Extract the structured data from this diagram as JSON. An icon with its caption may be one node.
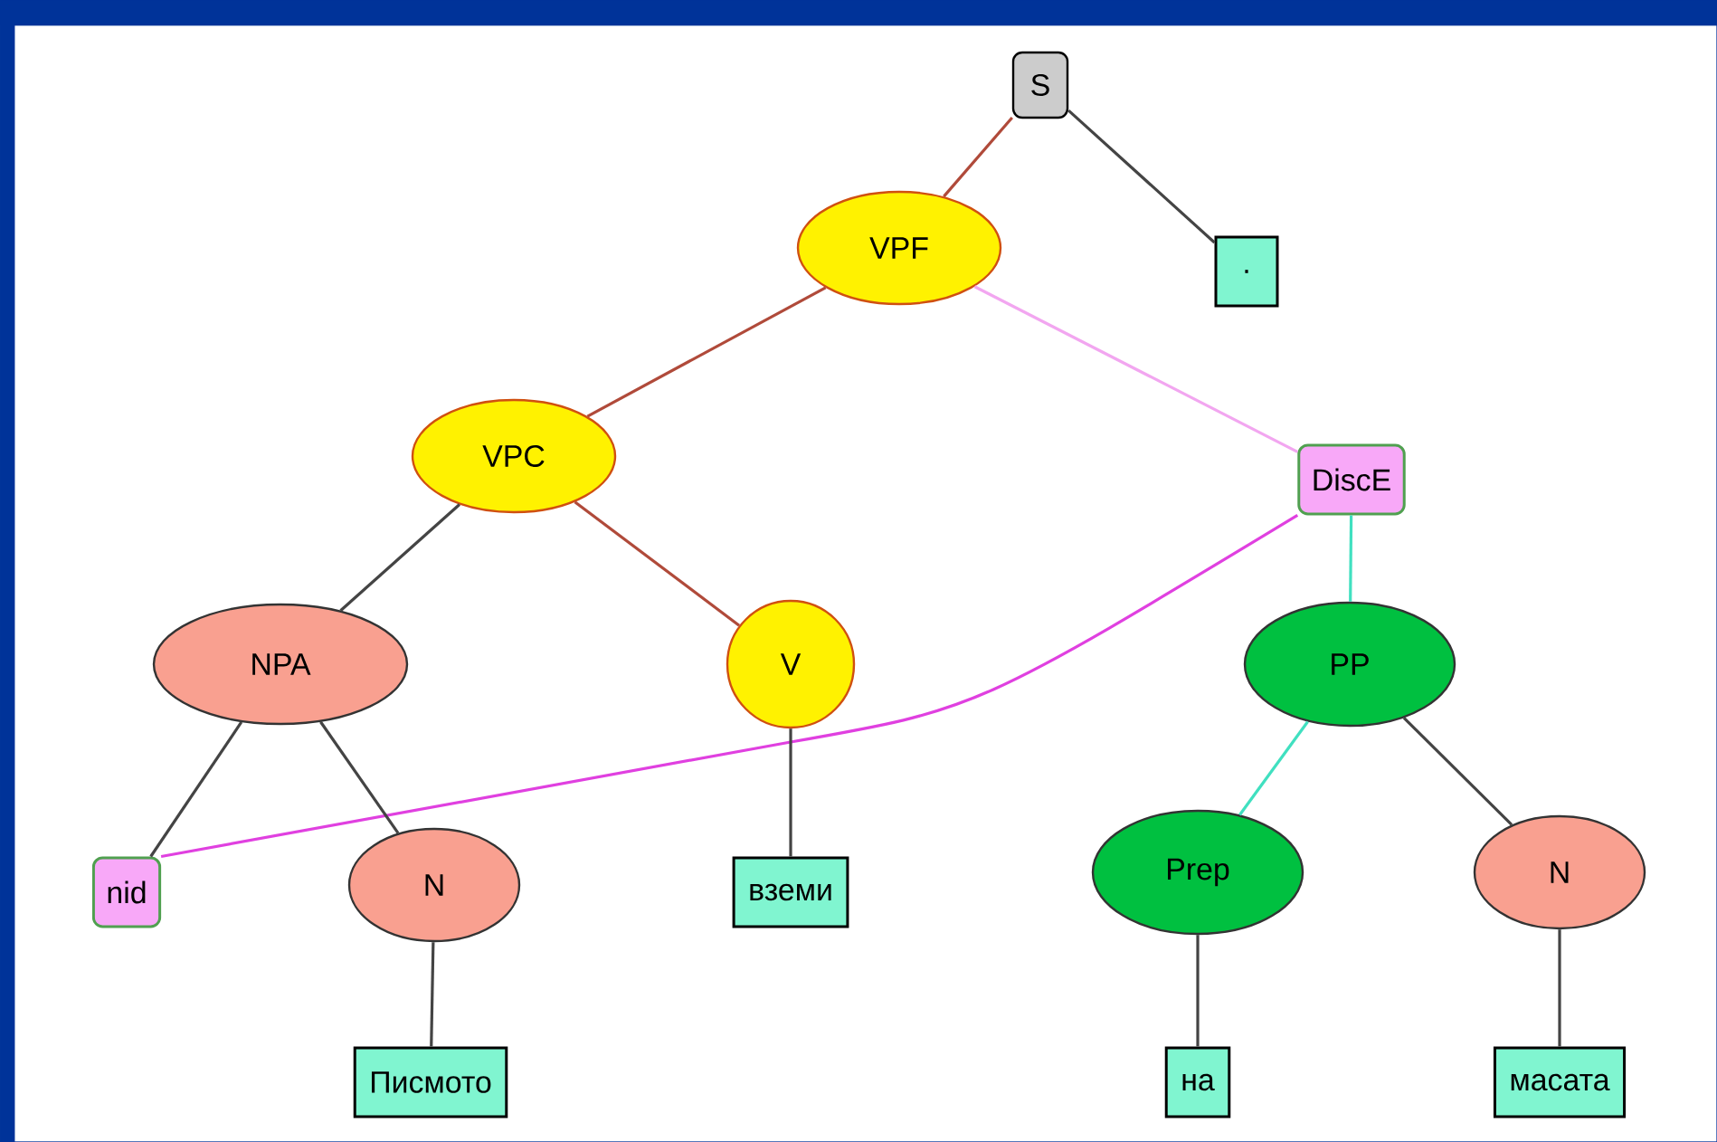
{
  "diagram": {
    "nodes": [
      {
        "text": [
          "S"
        ]
      },
      {
        "text": [
          "."
        ]
      },
      {
        "text": [
          "VPF"
        ]
      },
      {
        "text": [
          "VPC"
        ]
      },
      {
        "text": [
          "DiscE"
        ]
      },
      {
        "text": [
          "NPA"
        ]
      },
      {
        "text": [
          "V"
        ]
      },
      {
        "text": [
          "PP"
        ]
      },
      {
        "text": [
          "nid"
        ]
      },
      {
        "text": [
          "N"
        ]
      },
      {
        "text": [
          "вземи"
        ]
      },
      {
        "text": [
          "Prep"
        ]
      },
      {
        "text": [
          "N"
        ]
      },
      {
        "text": [
          "Писмото"
        ]
      },
      {
        "text": [
          "на"
        ]
      },
      {
        "text": [
          "масата"
        ]
      }
    ],
    "edges": [
      {
        "from": 0,
        "to": 2,
        "arrow": "none",
        "color": "#b04a3a"
      },
      {
        "from": 0,
        "to": 1,
        "arrow": "none"
      },
      {
        "from": 2,
        "to": 3,
        "arrow": "none",
        "color": "#b04a3a"
      },
      {
        "from": 2,
        "to": 4,
        "arrow": "none",
        "color": "#f2a6f0"
      },
      {
        "from": 3,
        "to": 5,
        "arrow": "none"
      },
      {
        "from": 3,
        "to": 6,
        "arrow": "none",
        "color": "#b04a3a"
      },
      {
        "from": 4,
        "to": 8,
        "arrow": "none",
        "color": "#e040e0"
      },
      {
        "from": 4,
        "to": 7,
        "arrow": "none",
        "color": "#40e0c0"
      },
      {
        "from": 5,
        "to": 8,
        "arrow": "none"
      },
      {
        "from": 5,
        "to": 9,
        "arrow": "none"
      },
      {
        "from": 6,
        "to": 10,
        "arrow": "none"
      },
      {
        "from": 7,
        "to": 11,
        "arrow": "none",
        "color": "#40e0c0"
      },
      {
        "from": 7,
        "to": 12,
        "arrow": "none"
      },
      {
        "from": 9,
        "to": 13,
        "arrow": "none"
      },
      {
        "from": 11,
        "to": 14,
        "arrow": "none"
      },
      {
        "from": 12,
        "to": 15,
        "arrow": "none"
      }
    ]
  }
}
